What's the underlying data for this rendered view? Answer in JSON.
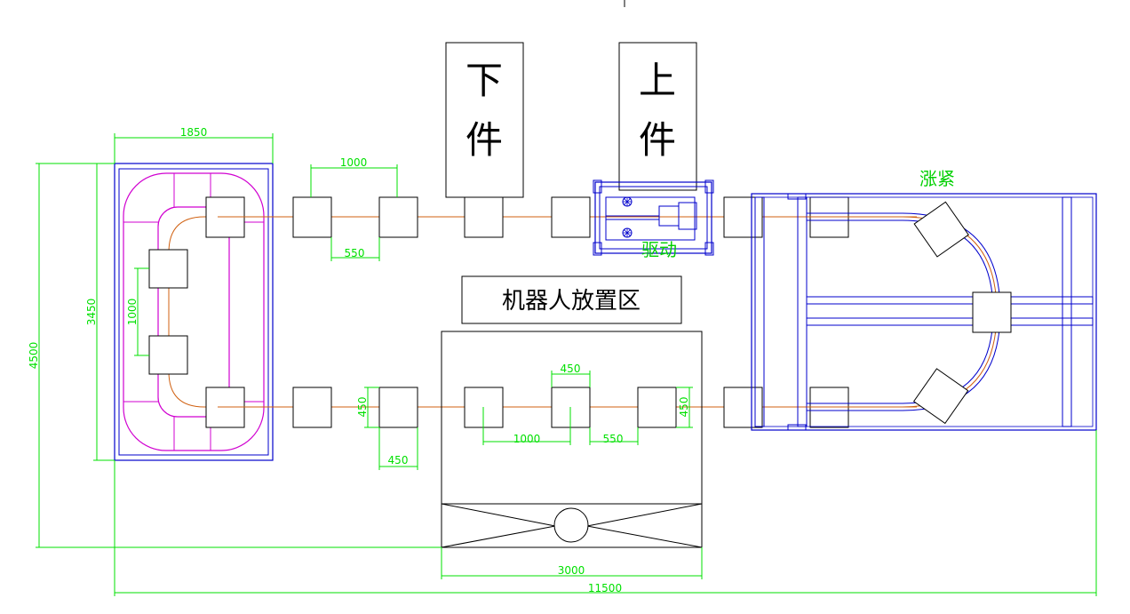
{
  "labels": {
    "unload": [
      "下",
      "件"
    ],
    "load": [
      "上",
      "件"
    ],
    "drive": "驱动",
    "robot_area": "机器人放置区",
    "expand_tighten": "涨紧"
  },
  "dimensions": {
    "w1850": "1850",
    "w1000_top": "1000",
    "w550_top": "550",
    "h3450": "3450",
    "h1000_left": "1000",
    "h4500": "4500",
    "w450_top_mid": "450",
    "h450_a": "450",
    "h450_b": "450",
    "w450_bottom": "450",
    "w1000_bottom": "1000",
    "w550_bottom": "550",
    "w3000": "3000",
    "w11500": "11500"
  },
  "colors": {
    "frame": "#0000cc",
    "magenta": "#d000d0",
    "chain": "#d06010",
    "dim": "#00e000",
    "ink": "#000000"
  }
}
